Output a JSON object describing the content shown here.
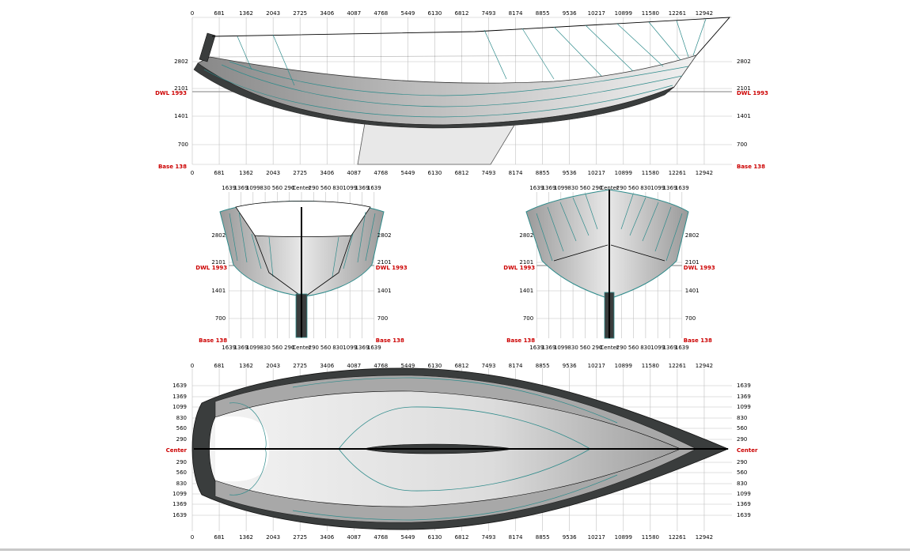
{
  "profile": {
    "x_ticks": [
      "0",
      "681",
      "1362",
      "2043",
      "2725",
      "3406",
      "4087",
      "4768",
      "5449",
      "6130",
      "6812",
      "7493",
      "8174",
      "8855",
      "9536",
      "10217",
      "10899",
      "11580",
      "12261",
      "12942"
    ],
    "y_ticks": [
      "2802",
      "2101",
      "1401",
      "700"
    ],
    "dwl_label": "DWL 1993",
    "base_label": "Base 138"
  },
  "sections": {
    "x_ticks": [
      "1639",
      "1369",
      "1099",
      "830",
      "560",
      "290",
      "Center",
      "290",
      "560",
      "830",
      "1099",
      "1369",
      "1639"
    ],
    "y_ticks": [
      "2802",
      "2101",
      "1401",
      "700"
    ],
    "dwl_label": "DWL 1993",
    "base_label": "Base 138"
  },
  "plan": {
    "x_ticks": [
      "0",
      "681",
      "1362",
      "2043",
      "2725",
      "3406",
      "4087",
      "4768",
      "5449",
      "6130",
      "6812",
      "7493",
      "8174",
      "8855",
      "9536",
      "10217",
      "10899",
      "11580",
      "12261",
      "12942"
    ],
    "y_ticks_upper": [
      "1639",
      "1369",
      "1099",
      "830",
      "560",
      "290"
    ],
    "center_label": "Center",
    "y_ticks_lower": [
      "290",
      "560",
      "830",
      "1099",
      "1369",
      "1639"
    ]
  },
  "colors": {
    "grid": "#c0c0c0",
    "station": "#2e8b8b",
    "hull_light": "#e6e6e6",
    "hull_mid": "#a8a8a8",
    "hull_dark": "#3a3d3d",
    "label_red": "#cc0000"
  }
}
